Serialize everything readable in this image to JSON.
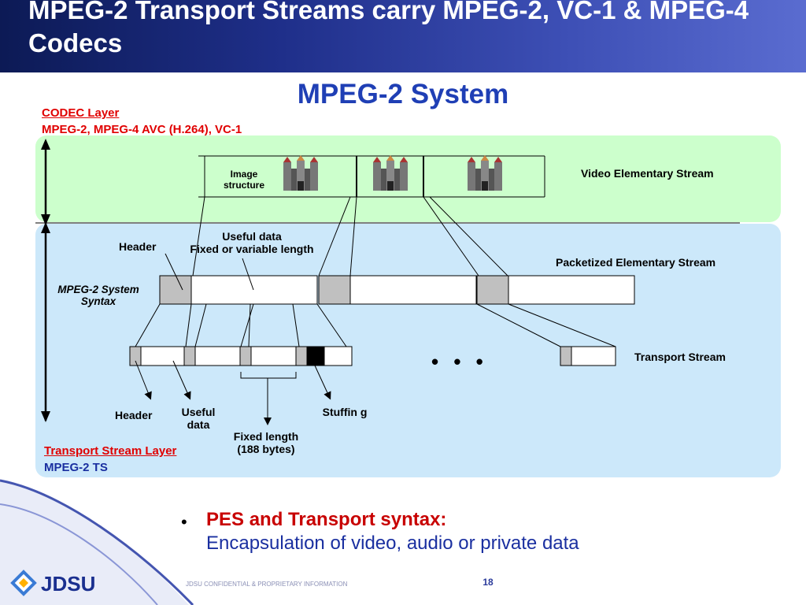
{
  "slide": {
    "title": "MPEG-2 Transport Streams carry MPEG-2, VC-1 & MPEG-4 Codecs",
    "subtitle": "MPEG-2 System",
    "page_number": "18",
    "confidential": "JDSU CONFIDENTIAL & PROPRIETARY INFORMATION",
    "logo": "JDSU"
  },
  "codec_layer": {
    "title": "CODEC Layer",
    "codecs": "MPEG-2, MPEG-4 AVC (H.264), VC-1"
  },
  "transport_layer": {
    "title": "Transport Stream Layer",
    "name": "MPEG-2 TS"
  },
  "diagram": {
    "image_structure": "Image structure",
    "video_es": "Video Elementary Stream",
    "pes_header": "Header",
    "useful_data_line1": "Useful data",
    "useful_data_line2": "Fixed or  variable length",
    "pes_label": "Packetized Elementary Stream",
    "system_syntax": "MPEG-2 System Syntax",
    "ts_label": "Transport Stream",
    "ellipsis": "• • •",
    "ts_header": "Header",
    "ts_useful": "Useful data",
    "fixed_length": "Fixed length (188 bytes)",
    "stuffing": "Stuffin g"
  },
  "bullet": {
    "heading": "PES and Transport syntax:",
    "body": "Encapsulation of video, audio or private data"
  },
  "colors": {
    "title_bar": "#1f2f8a",
    "codec_band": "#ccffcc",
    "transport_band": "#cce8fa",
    "accent_red": "#e00000",
    "accent_blue": "#1f3fb5"
  }
}
